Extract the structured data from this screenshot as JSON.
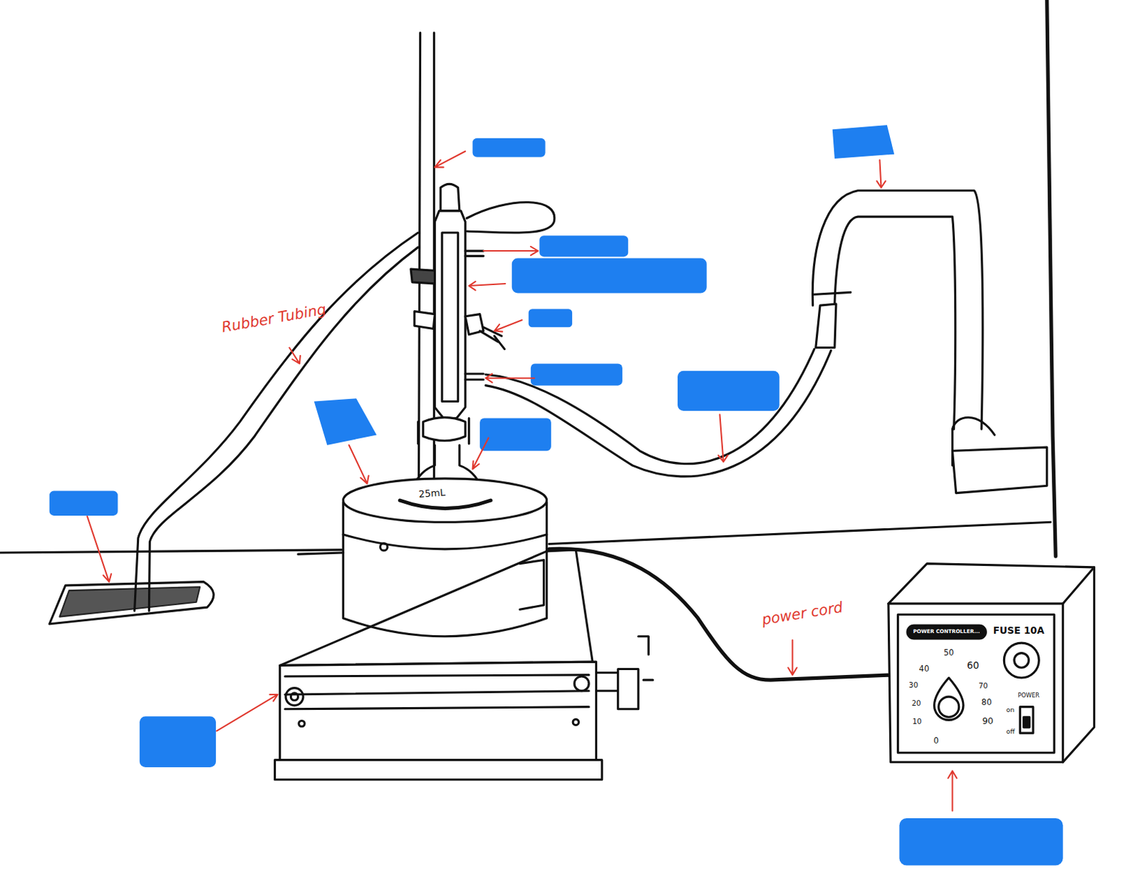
{
  "diagram": {
    "labels": [
      "Rubber Tubing",
      "25mL",
      "power cord",
      "POWER CONTROLLER...",
      "FUSE 10A",
      "50",
      "40",
      "60",
      "30",
      "70",
      "20",
      "80",
      "10",
      "90",
      "0",
      "POWER",
      "on",
      "off"
    ]
  }
}
